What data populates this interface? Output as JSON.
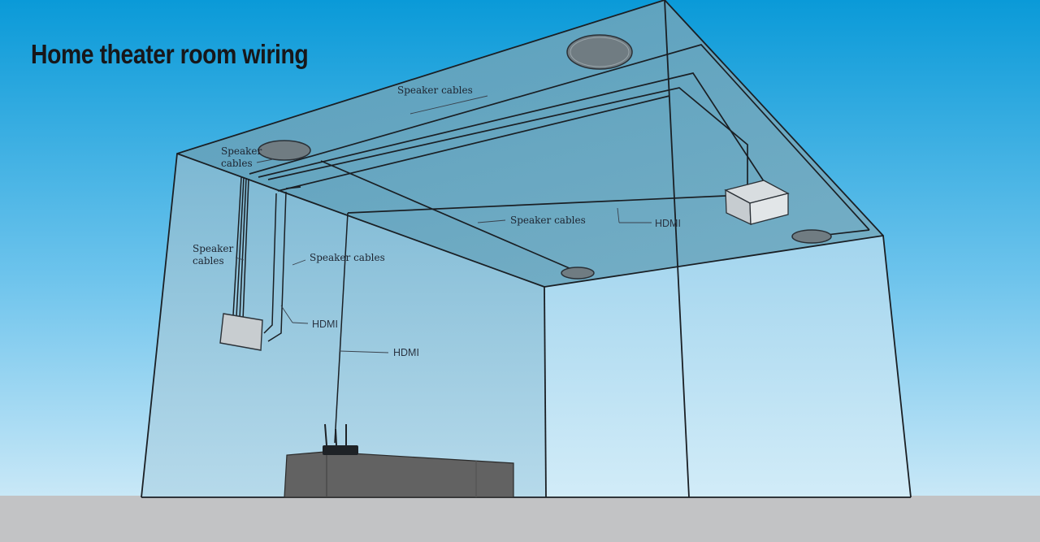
{
  "title": "Home theater room wiring",
  "labels": {
    "ceiling_speaker_cables": "Speaker cables",
    "front_speaker_cables": "Speaker cables",
    "left_speaker_line1": "Speaker",
    "left_speaker_line2": "cables",
    "wall_speaker_line1": "Speaker",
    "wall_speaker_line2": "cables",
    "wall_speaker_cables_right": "Speaker cables",
    "hdmi_projector": "HDMI",
    "hdmi_wallplate": "HDMI",
    "hdmi_receiver": "HDMI"
  },
  "colors": {
    "sky_top": "#0a9ad8",
    "sky_bottom": "#c9e8f7",
    "floor": "#c2c3c5",
    "ceiling": "#6ba4bb",
    "wall_left": "#95c4d9",
    "wall_right": "#b7dff2",
    "lines": "#1a1f24",
    "speaker": "#707c82",
    "receiver": "#626262"
  }
}
